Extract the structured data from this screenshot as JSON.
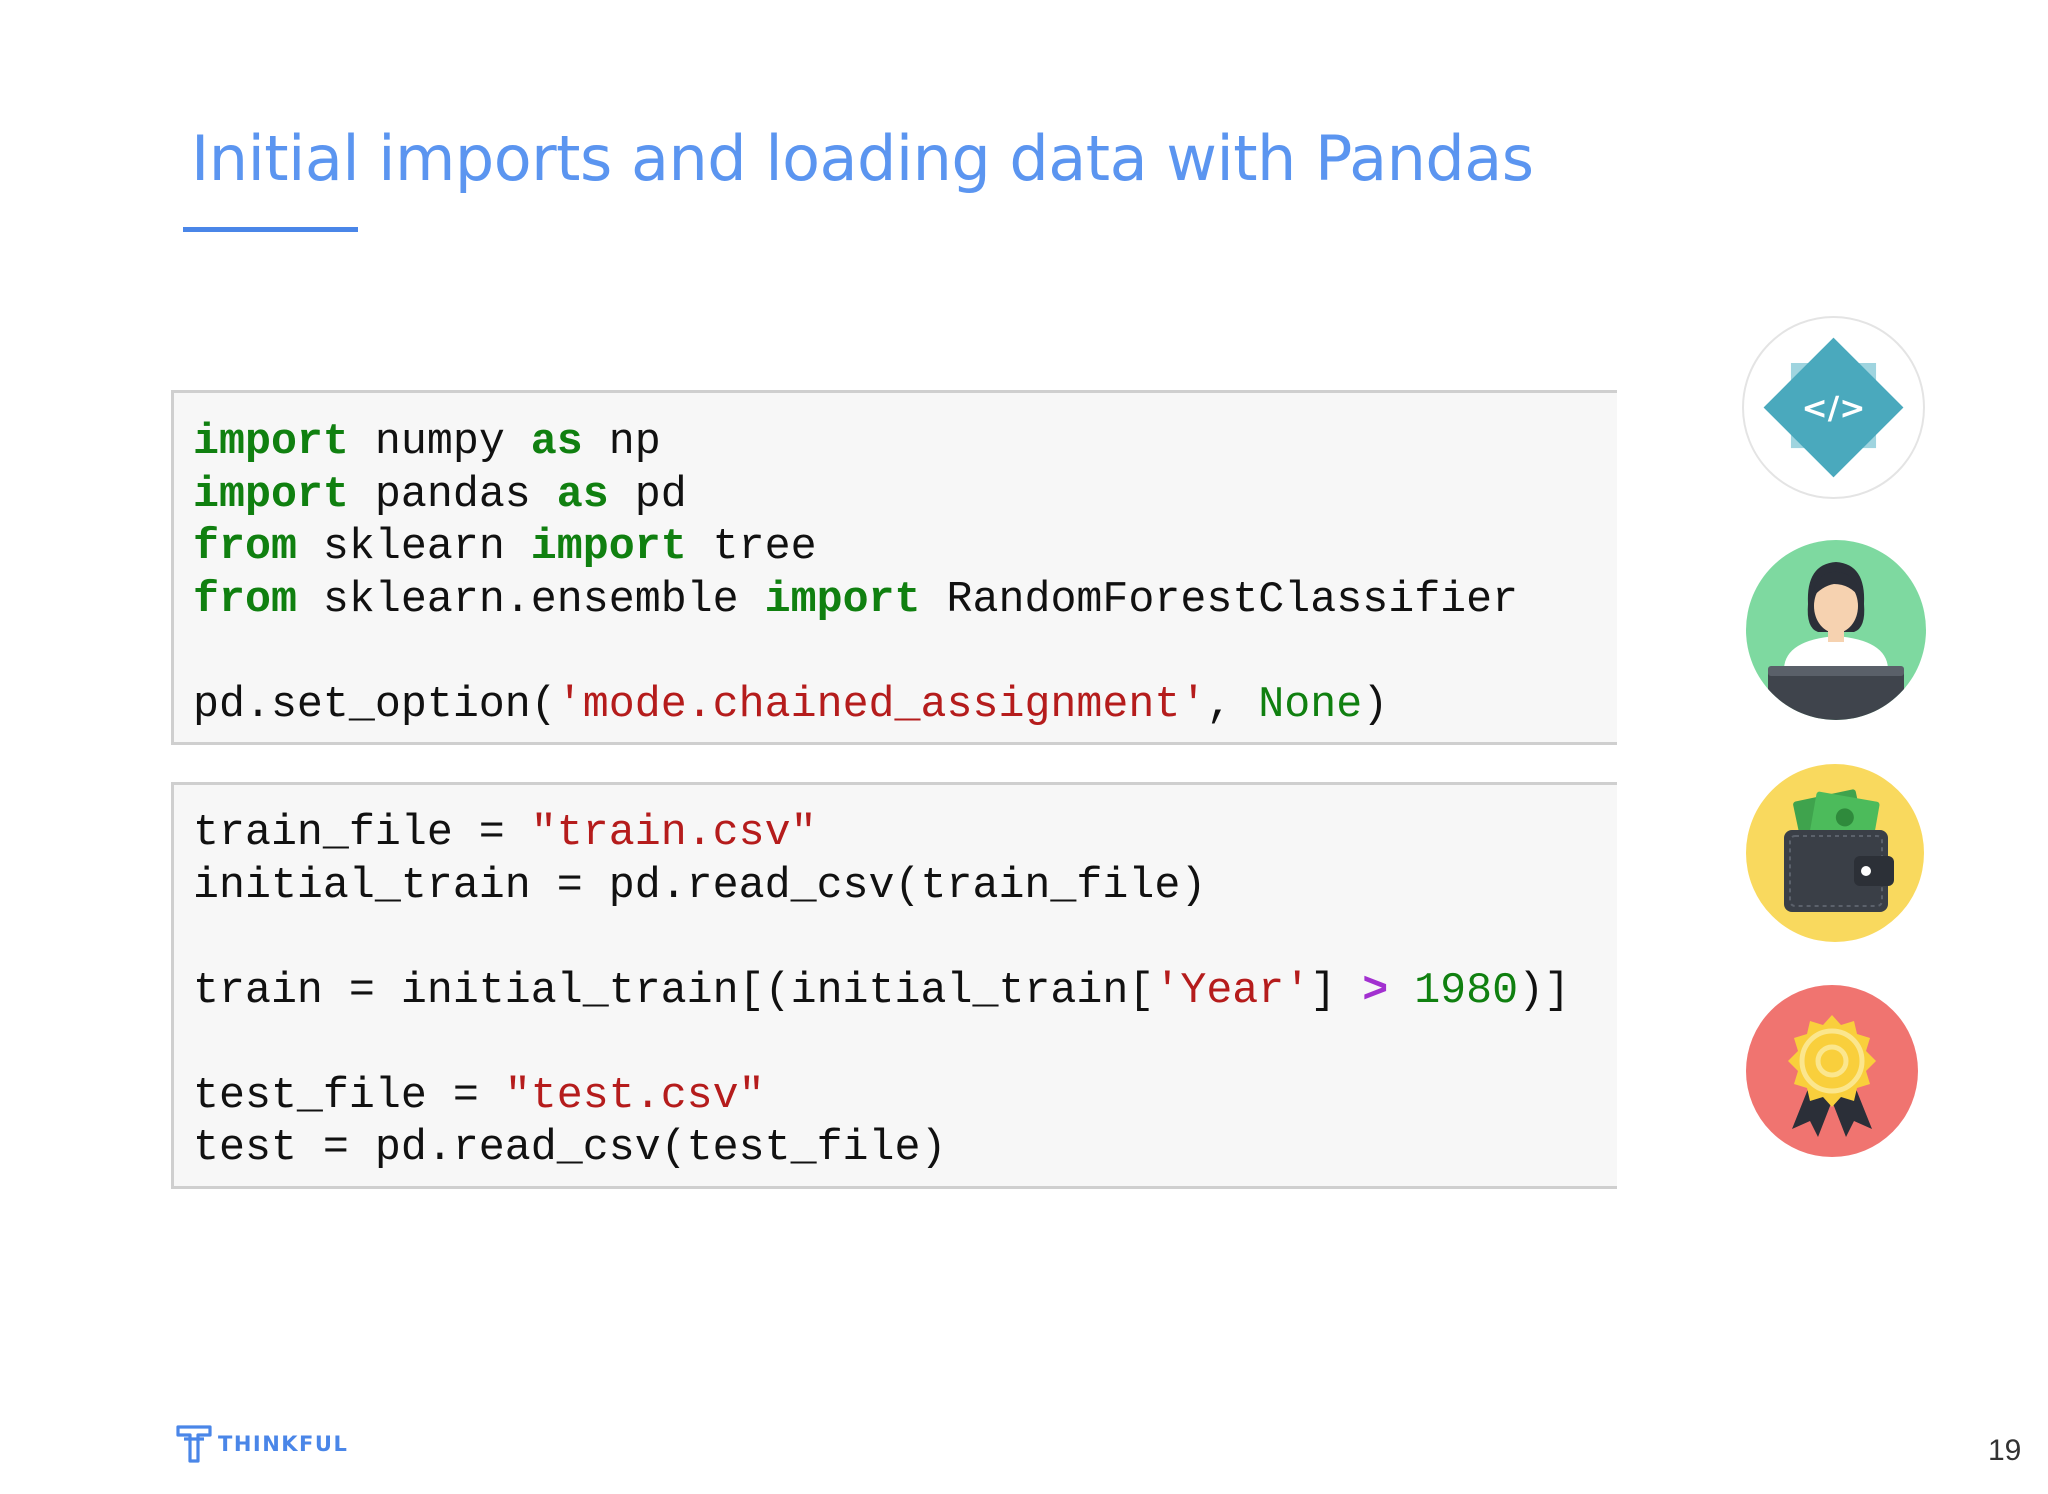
{
  "title": "Initial imports and loading data with Pandas",
  "cells": [
    {
      "lines": [
        [
          {
            "t": "import",
            "c": "kw"
          },
          {
            "t": " numpy "
          },
          {
            "t": "as",
            "c": "kw"
          },
          {
            "t": " np"
          }
        ],
        [
          {
            "t": "import",
            "c": "kw"
          },
          {
            "t": " pandas "
          },
          {
            "t": "as",
            "c": "kw"
          },
          {
            "t": " pd"
          }
        ],
        [
          {
            "t": "from",
            "c": "kw"
          },
          {
            "t": " sklearn "
          },
          {
            "t": "import",
            "c": "kw"
          },
          {
            "t": " tree"
          }
        ],
        [
          {
            "t": "from",
            "c": "kw"
          },
          {
            "t": " sklearn.ensemble "
          },
          {
            "t": "import",
            "c": "kw"
          },
          {
            "t": " RandomForestClassifier"
          }
        ],
        [],
        [
          {
            "t": "pd.set_option("
          },
          {
            "t": "'mode.chained_assignment'",
            "c": "str"
          },
          {
            "t": ", "
          },
          {
            "t": "None",
            "c": "num"
          },
          {
            "t": ")"
          }
        ]
      ]
    },
    {
      "lines": [
        [
          {
            "t": "train_file = "
          },
          {
            "t": "\"train.csv\"",
            "c": "str"
          }
        ],
        [
          {
            "t": "initial_train = pd.read_csv(train_file)"
          }
        ],
        [],
        [
          {
            "t": "train = initial_train[(initial_train["
          },
          {
            "t": "'Year'",
            "c": "str"
          },
          {
            "t": "] "
          },
          {
            "t": ">",
            "c": "op"
          },
          {
            "t": " "
          },
          {
            "t": "1980",
            "c": "num"
          },
          {
            "t": ")]"
          }
        ],
        [],
        [
          {
            "t": "test_file = "
          },
          {
            "t": "\"test.csv\"",
            "c": "str"
          }
        ],
        [
          {
            "t": "test = pd.read_csv(test_file)"
          }
        ]
      ]
    }
  ],
  "icons": [
    "code-icon",
    "person-laptop-icon",
    "wallet-money-icon",
    "award-badge-icon"
  ],
  "icon_glyph": "</>",
  "logo": {
    "text": "THINKFUL"
  },
  "page_number": "19",
  "colors": {
    "title": "#5b95f0",
    "keyword": "#108010",
    "string": "#b51c1c",
    "operator": "#a230d0",
    "brand": "#4a86e8"
  }
}
